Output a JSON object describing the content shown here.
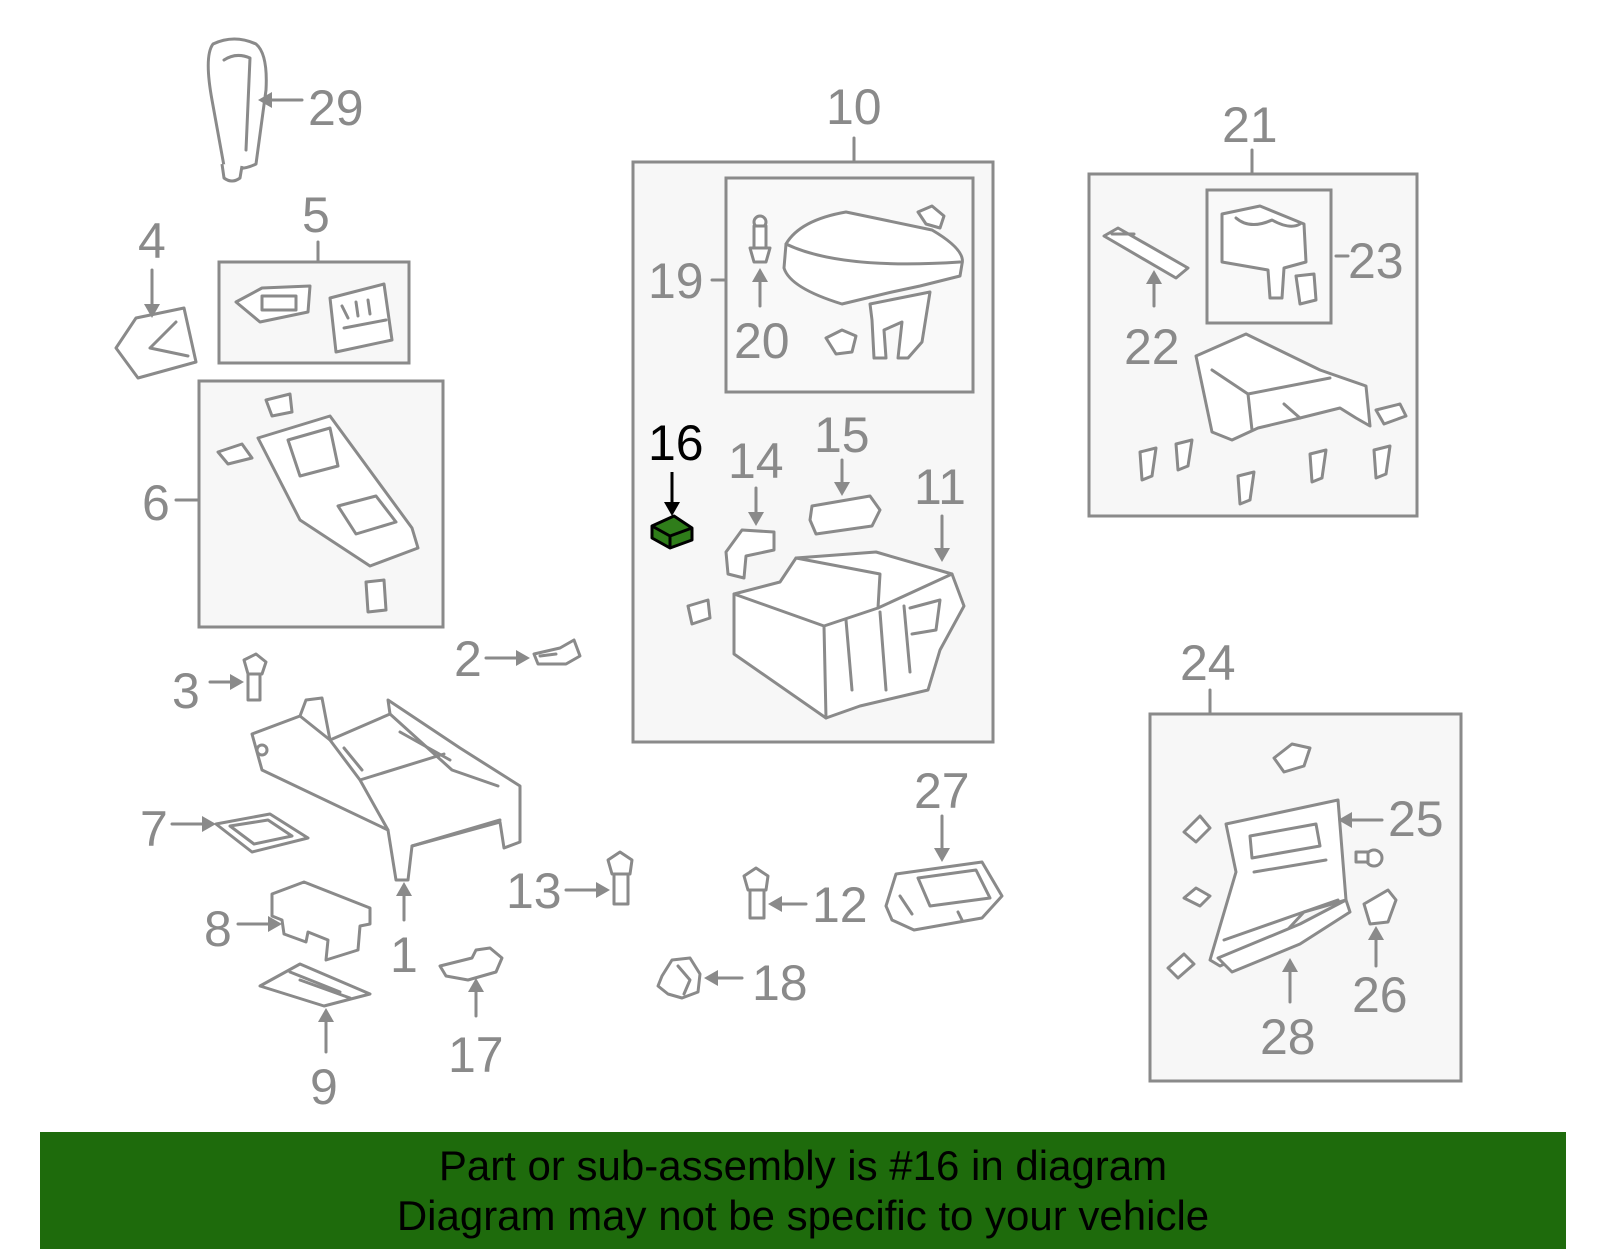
{
  "callouts": {
    "c1": "1",
    "c2": "2",
    "c3": "3",
    "c4": "4",
    "c5": "5",
    "c6": "6",
    "c7": "7",
    "c8": "8",
    "c9": "9",
    "c10": "10",
    "c11": "11",
    "c12": "12",
    "c13": "13",
    "c14": "14",
    "c15": "15",
    "c16": "16",
    "c17": "17",
    "c18": "18",
    "c19": "19",
    "c20": "20",
    "c21": "21",
    "c22": "22",
    "c23": "23",
    "c24": "24",
    "c25": "25",
    "c26": "26",
    "c27": "27",
    "c28": "28",
    "c29": "29"
  },
  "highlight": {
    "part": "16",
    "color": "#2f7d1a"
  },
  "banner": {
    "line1": "Part or sub-assembly is #16 in diagram",
    "line2": "Diagram may not be specific to your vehicle",
    "color": "#1e6b0c"
  }
}
